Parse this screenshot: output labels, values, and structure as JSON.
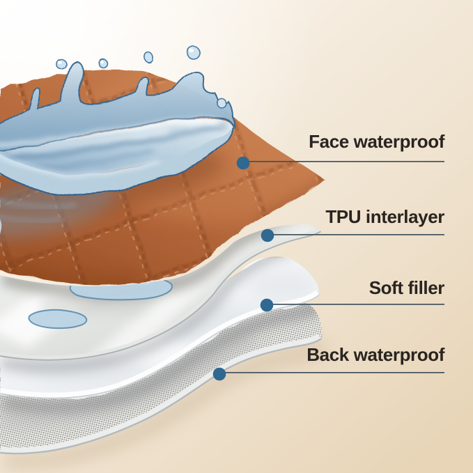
{
  "labels": [
    {
      "text": "Face waterproof"
    },
    {
      "text": "TPU interlayer"
    },
    {
      "text": "Soft filler"
    },
    {
      "text": "Back waterproof"
    }
  ],
  "callout": {
    "dot_color": "#2f6890",
    "line_color": "#42525e",
    "text_color": "#29241f"
  },
  "layers": {
    "face_waterproof": {
      "material": "quilted fabric",
      "color": "#b5683a"
    },
    "tpu_interlayer": {
      "material": "glossy film",
      "color": "#eef0ee"
    },
    "soft_filler": {
      "material": "fluffy padding",
      "color": "#f6f7f9"
    },
    "back_waterproof": {
      "material": "woven textured fabric",
      "color": "#efefec"
    }
  },
  "splash": {
    "water_edge": "#3a688f",
    "water_light": "#d9e8f2"
  },
  "background": {
    "top_left": "#ffffff",
    "bottom_right": "#e8d5b8"
  }
}
